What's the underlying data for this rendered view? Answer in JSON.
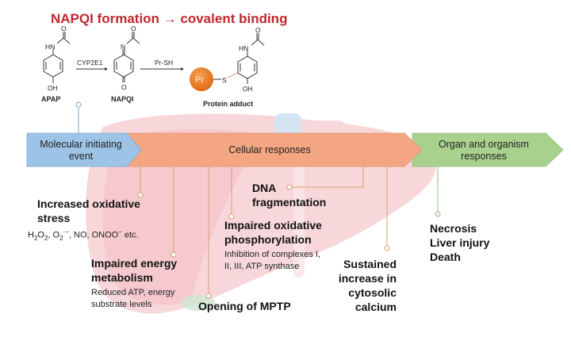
{
  "title": "NAPQI formation → covalent binding",
  "chemistry": {
    "apap_label": "APAP",
    "napqi_label": "NAPQI",
    "adduct_label": "Protein adduct",
    "enzyme_label": "CYP2E1",
    "reagent_label": "Pr-SH",
    "protein_label": "Pr",
    "atoms": {
      "o": "O",
      "hn": "HN",
      "n": "N",
      "oh": "OH",
      "s": "S"
    }
  },
  "timeline": {
    "stages": [
      {
        "label_line1": "Molecular initiating",
        "label_line2": "event",
        "color": "#9dc3e6"
      },
      {
        "label_line1": "Cellular responses",
        "label_line2": "",
        "color": "#f4a582"
      },
      {
        "label_line1": "Organ and organism",
        "label_line2": "responses",
        "color": "#a9d18e"
      }
    ]
  },
  "events": [
    {
      "title_lines": [
        "Increased oxidative",
        "stress"
      ],
      "detail": "H₂O₂, O₂̇⁻, NO, ONOO⁻ etc."
    },
    {
      "title_lines": [
        "Impaired energy",
        "metabolism"
      ],
      "detail_lines": [
        "Reduced ATP, energy",
        "substrate levels"
      ]
    },
    {
      "title_lines": [
        "Opening of MPTP"
      ]
    },
    {
      "title_lines": [
        "Impaired oxidative",
        "phosphorylation"
      ],
      "detail_lines": [
        "Inhibition of complexes I,",
        "II, III, ATP synthase"
      ]
    },
    {
      "title_lines": [
        "DNA",
        "fragmentation"
      ]
    },
    {
      "title_lines": [
        "Sustained",
        "increase in",
        "cytosolic",
        "calcium"
      ]
    },
    {
      "title_lines": [
        "Necrosis",
        "Liver injury",
        "Death"
      ]
    }
  ],
  "colors": {
    "title": "#c0272d",
    "cellular_connector": "#d9a070",
    "organ_connector": "#8fb880",
    "molecular_connector": "#7aaad6",
    "protein_ball": "#ee7d22",
    "liver": "#f4c5c8"
  }
}
